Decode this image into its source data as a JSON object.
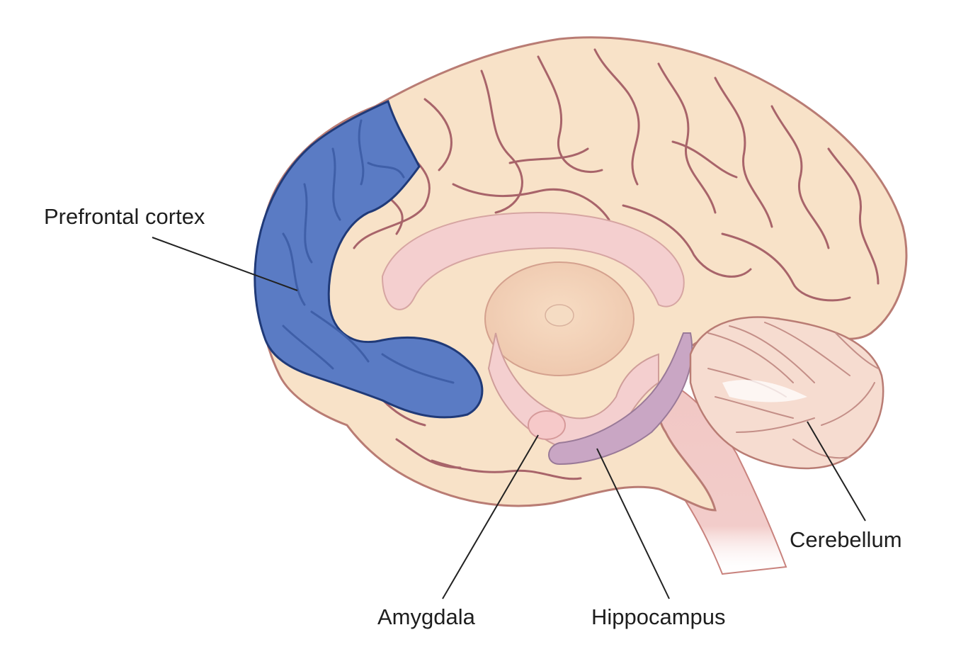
{
  "labels": {
    "prefrontal_cortex": "Prefrontal cortex",
    "amygdala": "Amygdala",
    "hippocampus": "Hippocampus",
    "cerebellum": "Cerebellum"
  },
  "colors": {
    "brain_fill": "#f8e2c8",
    "brain_outline": "#b97c74",
    "sulci": "#a8646a",
    "prefrontal_fill": "#5a7bc4",
    "prefrontal_outline": "#203a78",
    "inner_pink": "#f4cfcf",
    "hippocampus_fill": "#c9a6c4",
    "stem_fill": "#f1c7c4",
    "leader_line": "#222222"
  },
  "icons": [
    "brain-sagittal-illustration"
  ]
}
